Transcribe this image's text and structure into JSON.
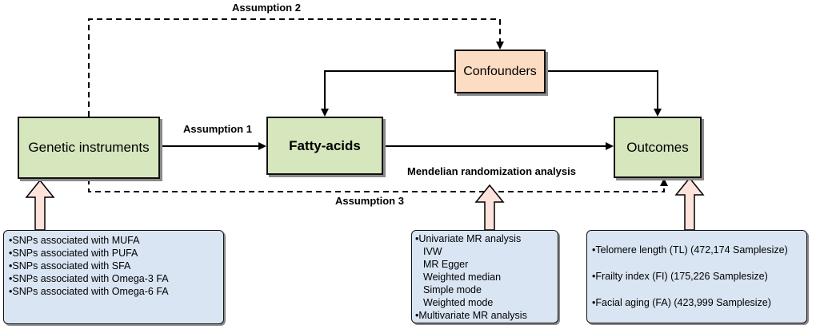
{
  "nodes": {
    "genetic": "Genetic instruments",
    "fatty": "Fatty-acids",
    "outcomes": "Outcomes",
    "confounders": "Confounders"
  },
  "labels": {
    "assumption1": "Assumption 1",
    "assumption2": "Assumption 2",
    "assumption3": "Assumption 3",
    "mr_analysis": "Mendelian randomization analysis"
  },
  "snps_list": [
    "•SNPs associated with MUFA",
    "•SNPs associated with PUFA",
    "•SNPs associated with SFA",
    "•SNPs associated with Omega-3 FA",
    "•SNPs associated with Omega-6 FA"
  ],
  "mr_methods": [
    "•Univariate MR analysis",
    "IVW",
    "MR Egger",
    "Weighted median",
    "Simple mode",
    "Weighted mode",
    "•Multivariate MR analysis"
  ],
  "outcome_list": [
    "•Telomere length (TL) (472,174 Samplesize)",
    "•Frailty index (FI) (175,226 Samplesize)",
    "•Facial aging (FA) (423,999 Samplesize)"
  ],
  "colors": {
    "node_green": "#d6e6bd",
    "node_orange": "#fcdcc3",
    "info_box_blue": "#d9e5f3",
    "up_arrow_fill": "#fde3dc"
  }
}
